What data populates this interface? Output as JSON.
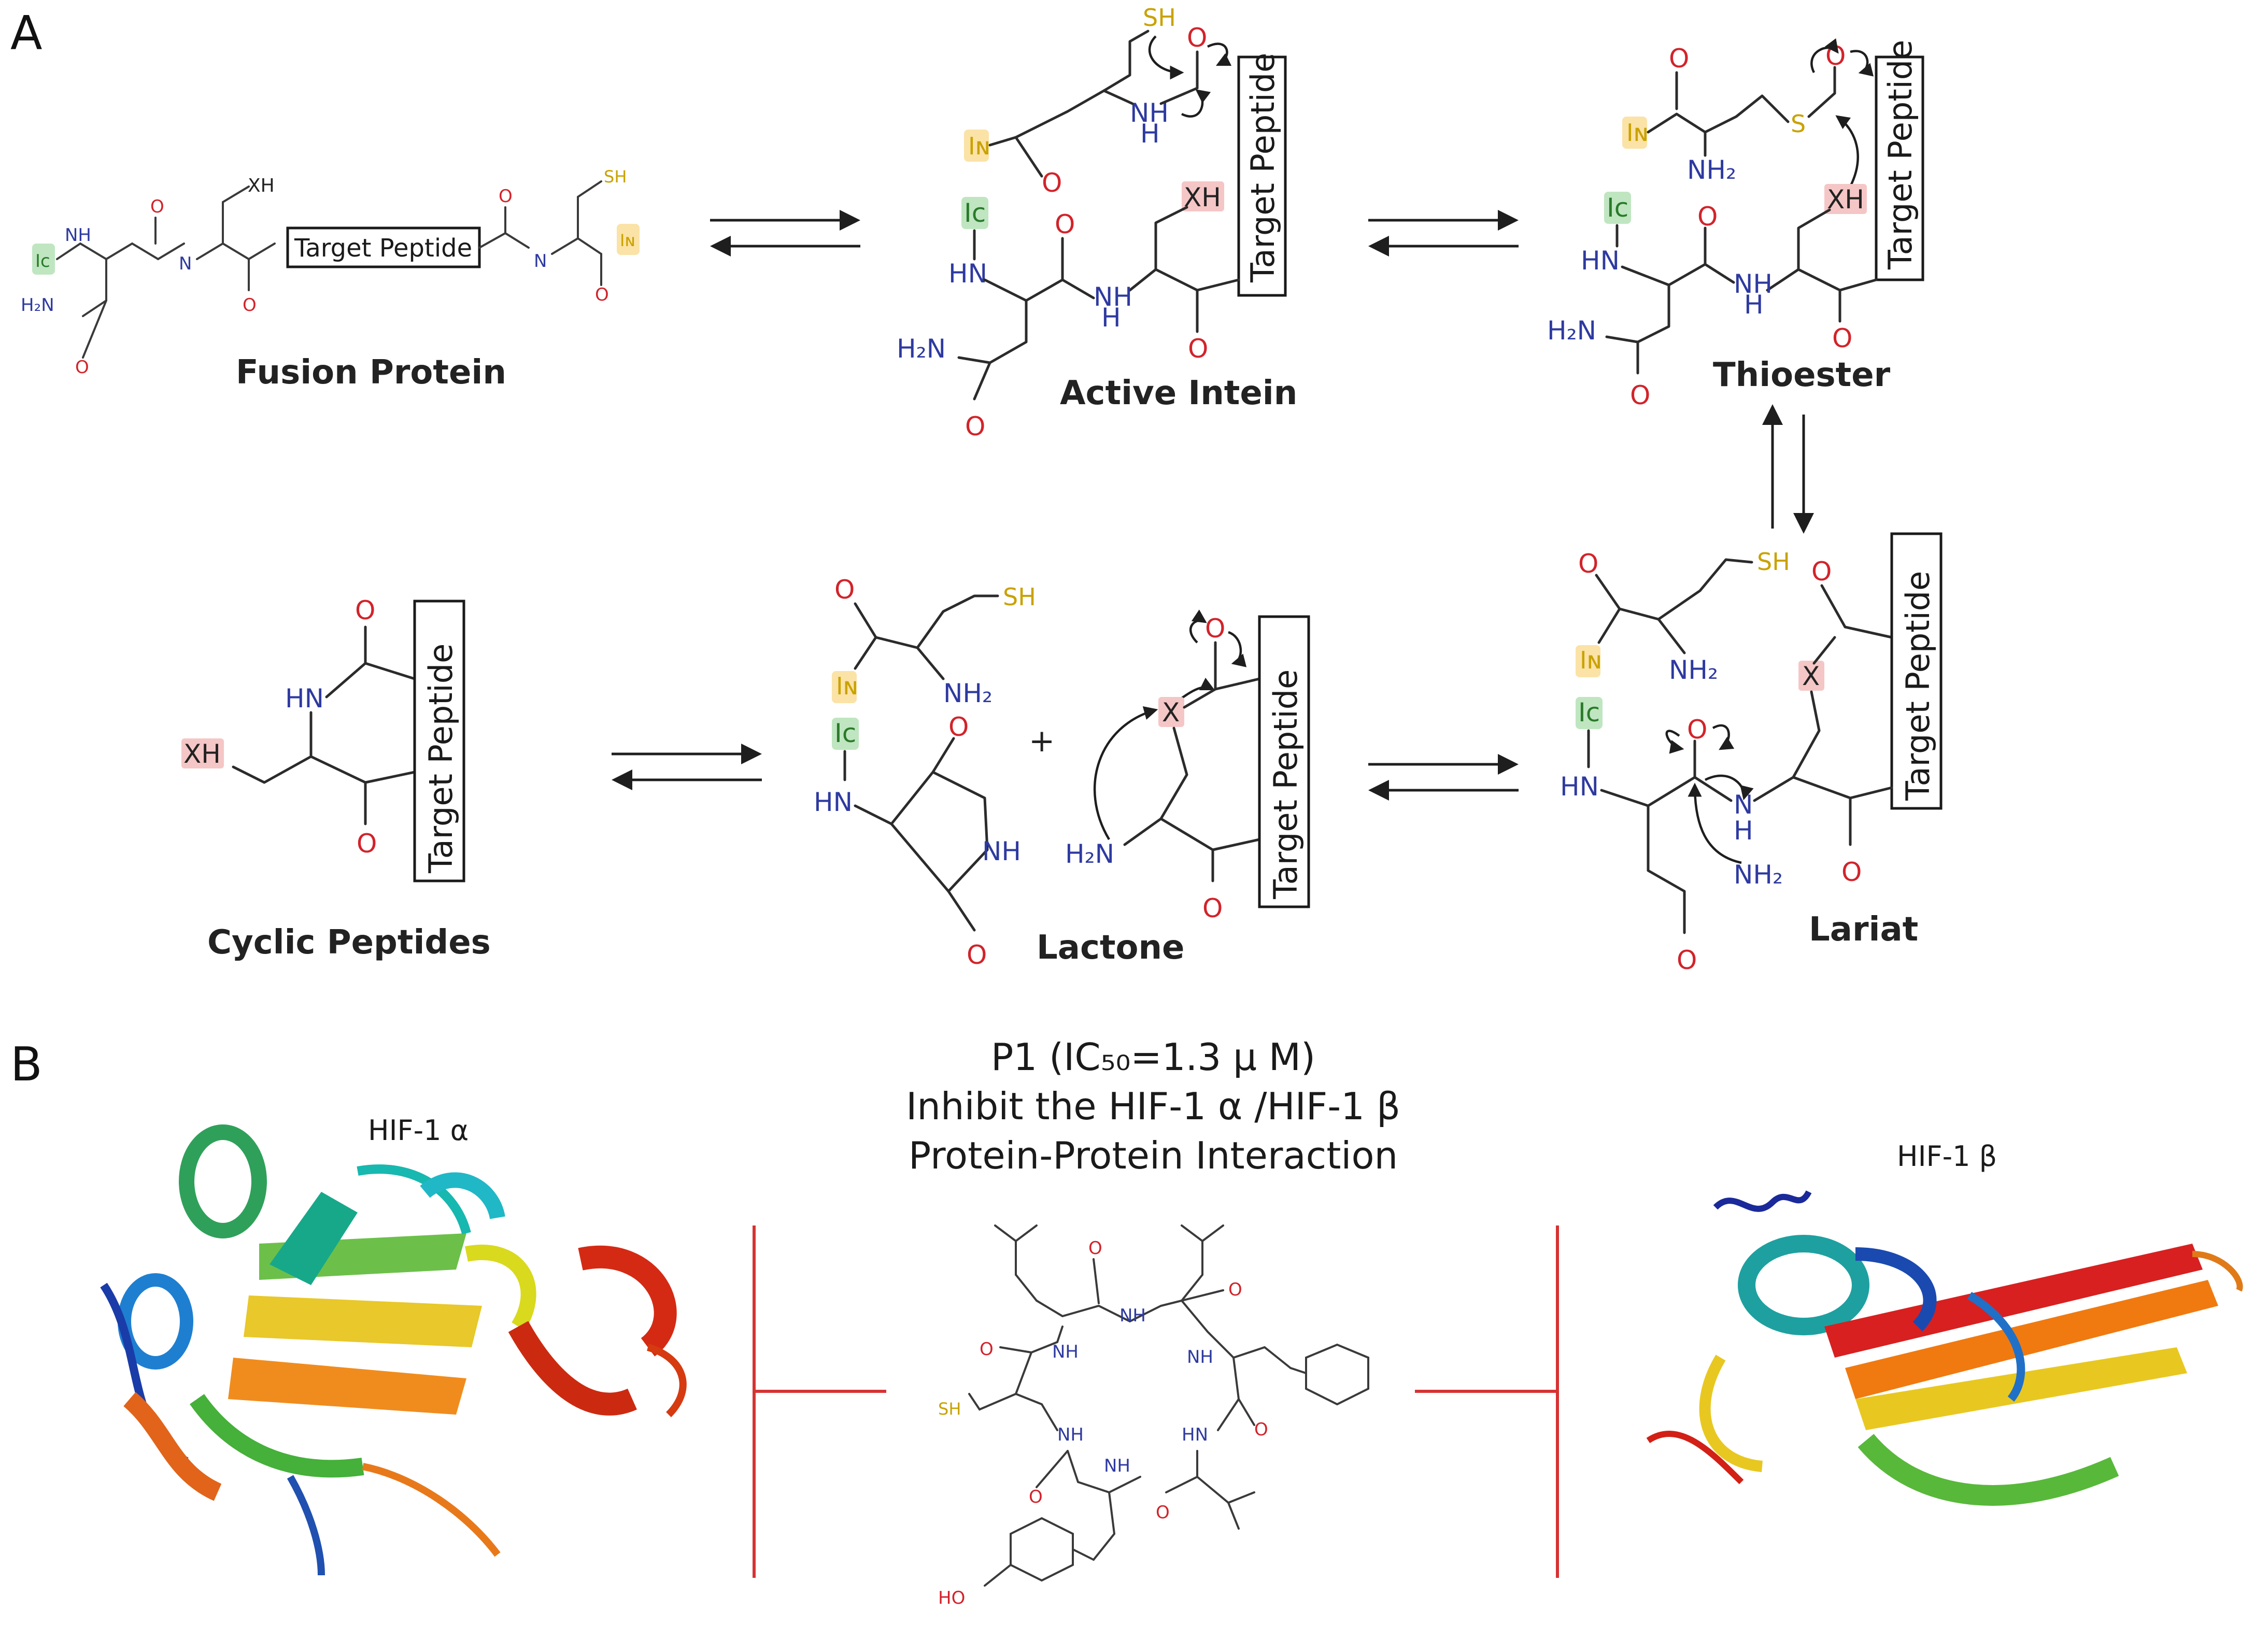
{
  "panels": {
    "a": "A",
    "b": "B"
  },
  "labels": {
    "target_peptide": "Target Peptide",
    "fusion_protein": "Fusion Protein",
    "active_intein": "Active Intein",
    "thioester": "Thioester",
    "lariat": "Lariat",
    "lactone": "Lactone",
    "cyclic_peptides": "Cyclic Peptides",
    "plus": "+"
  },
  "atoms": {
    "o": "O",
    "sh": "SH",
    "s": "S",
    "xh": "XH",
    "x": "X",
    "nh": "NH",
    "hn": "HN",
    "n": "N",
    "h": "H",
    "nh2": "NH₂",
    "h2n": "H₂N",
    "ho": "HO",
    "ic": "Iᴄ",
    "in": "Iɴ"
  },
  "panel_b": {
    "title_line1": "P1 (IC₅₀=1.3 μ M)",
    "title_line2": "Inhibit the HIF-1 α /HIF-1 β",
    "title_line3": "Protein-Protein Interaction",
    "left_protein": "HIF-1 α",
    "right_protein": "HIF-1 β"
  },
  "colors": {
    "oxygen": "#d2232a",
    "nitrogen": "#2e3aa0",
    "sulfur": "#c9a200",
    "inhibition": "#d63333",
    "intein_c_highlight": "#bfe6c0",
    "intein_n_highlight": "#fbe2a6"
  }
}
